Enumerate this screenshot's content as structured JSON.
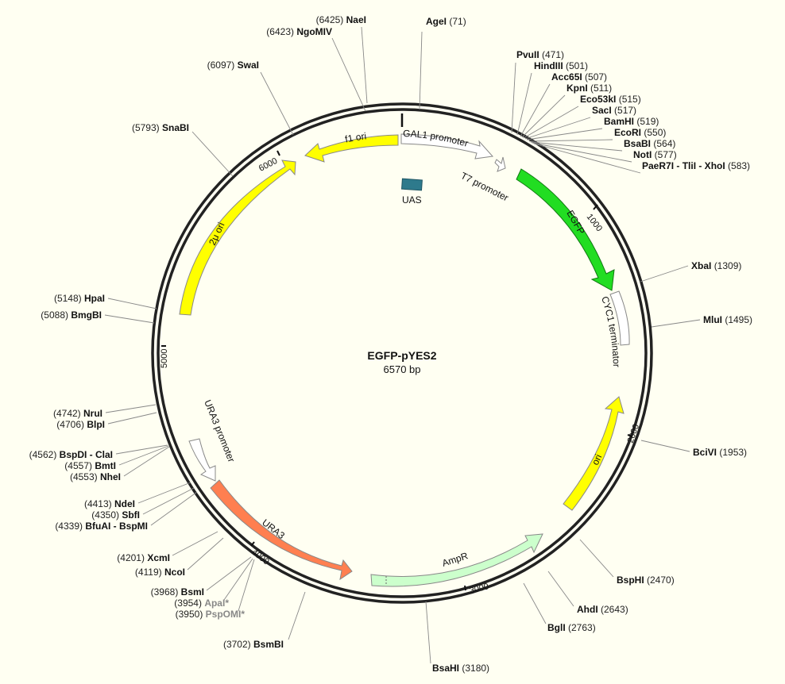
{
  "plasmid": {
    "name": "EGFP-pYES2",
    "size_label": "6570 bp",
    "length": 6570
  },
  "ticks": [
    "1000",
    "2000",
    "3000",
    "4000",
    "5000",
    "6000"
  ],
  "features": [
    {
      "label": "GAL1 promoter",
      "color": "#ffffff",
      "stroke": "#888888",
      "kind": "promoter"
    },
    {
      "label": "T7 promoter",
      "color": "#ffffff",
      "stroke": "#888888",
      "kind": "promoter"
    },
    {
      "label": "UAS",
      "color": "#2e7a8c",
      "kind": "box"
    },
    {
      "label": "EGFP",
      "color": "#22dd22",
      "kind": "cds"
    },
    {
      "label": "CYC1 terminator",
      "color": "#ffffff",
      "stroke": "#888888",
      "kind": "terminator"
    },
    {
      "label": "ori",
      "color": "#ffff00",
      "kind": "ori"
    },
    {
      "label": "AmpR",
      "color": "#ccffcc",
      "kind": "cds"
    },
    {
      "label": "URA3",
      "color": "#ff7f50",
      "kind": "cds"
    },
    {
      "label": "URA3 promoter",
      "color": "#ffffff",
      "stroke": "#888888",
      "kind": "promoter"
    },
    {
      "label": "2μ ori",
      "color": "#ffff00",
      "kind": "ori"
    },
    {
      "label": "f1 ori",
      "color": "#ffff00",
      "kind": "ori"
    }
  ],
  "sites": [
    {
      "name": "AgeI",
      "pos": "(71)"
    },
    {
      "name": "PvuII",
      "pos": "(471)"
    },
    {
      "name": "HindIII",
      "pos": "(501)"
    },
    {
      "name": "Acc65I",
      "pos": "(507)"
    },
    {
      "name": "KpnI",
      "pos": "(511)"
    },
    {
      "name": "Eco53kI",
      "pos": "(515)"
    },
    {
      "name": "SacI",
      "pos": "(517)"
    },
    {
      "name": "BamHI",
      "pos": "(519)"
    },
    {
      "name": "EcoRI",
      "pos": "(550)"
    },
    {
      "name": "BsaBI",
      "pos": "(564)"
    },
    {
      "name": "NotI",
      "pos": "(577)"
    },
    {
      "name": "PaeR7I - TliI - XhoI",
      "pos": "(583)"
    },
    {
      "name": "XbaI",
      "pos": "(1309)"
    },
    {
      "name": "MluI",
      "pos": "(1495)"
    },
    {
      "name": "BciVI",
      "pos": "(1953)"
    },
    {
      "name": "BspHI",
      "pos": "(2470)"
    },
    {
      "name": "AhdI",
      "pos": "(2643)"
    },
    {
      "name": "BglI",
      "pos": "(2763)"
    },
    {
      "name": "BsaHI",
      "pos": "(3180)"
    },
    {
      "name": "BsmBI",
      "pos": "(3702)"
    },
    {
      "name": "PspOMI*",
      "pos": "(3950)"
    },
    {
      "name": "ApaI*",
      "pos": "(3954)"
    },
    {
      "name": "BsmI",
      "pos": "(3968)"
    },
    {
      "name": "NcoI",
      "pos": "(4119)"
    },
    {
      "name": "XcmI",
      "pos": "(4201)"
    },
    {
      "name": "BfuAI - BspMI",
      "pos": "(4339)"
    },
    {
      "name": "SbfI",
      "pos": "(4350)"
    },
    {
      "name": "NdeI",
      "pos": "(4413)"
    },
    {
      "name": "NheI",
      "pos": "(4553)"
    },
    {
      "name": "BmtI",
      "pos": "(4557)"
    },
    {
      "name": "BspDI - ClaI",
      "pos": "(4562)"
    },
    {
      "name": "BlpI",
      "pos": "(4706)"
    },
    {
      "name": "NruI",
      "pos": "(4742)"
    },
    {
      "name": "BmgBI",
      "pos": "(5088)"
    },
    {
      "name": "HpaI",
      "pos": "(5148)"
    },
    {
      "name": "SnaBI",
      "pos": "(5793)"
    },
    {
      "name": "SwaI",
      "pos": "(6097)"
    },
    {
      "name": "NgoMIV",
      "pos": "(6423)"
    },
    {
      "name": "NaeI",
      "pos": "(6425)"
    }
  ]
}
